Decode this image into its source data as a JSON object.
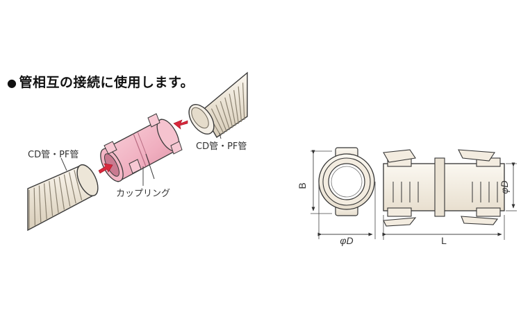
{
  "heading": {
    "bullet": "●",
    "text": "管相互の接続に使用します。"
  },
  "labels": {
    "pipe_left": "CD管・PF管",
    "pipe_right": "CD管・PF管",
    "coupling": "カップリング"
  },
  "dimensions": {
    "front_height": "B",
    "front_diameter": "φD",
    "side_length": "L",
    "side_diameter": "φD"
  },
  "colors": {
    "pipe_fill": "#efe8dc",
    "pipe_stroke": "#3a3a3a",
    "coupling_pink": "#f2b8c6",
    "coupling_dark": "#d98fa3",
    "arrow_red": "#d8283c",
    "drawing_fill": "#f6f0e4"
  }
}
